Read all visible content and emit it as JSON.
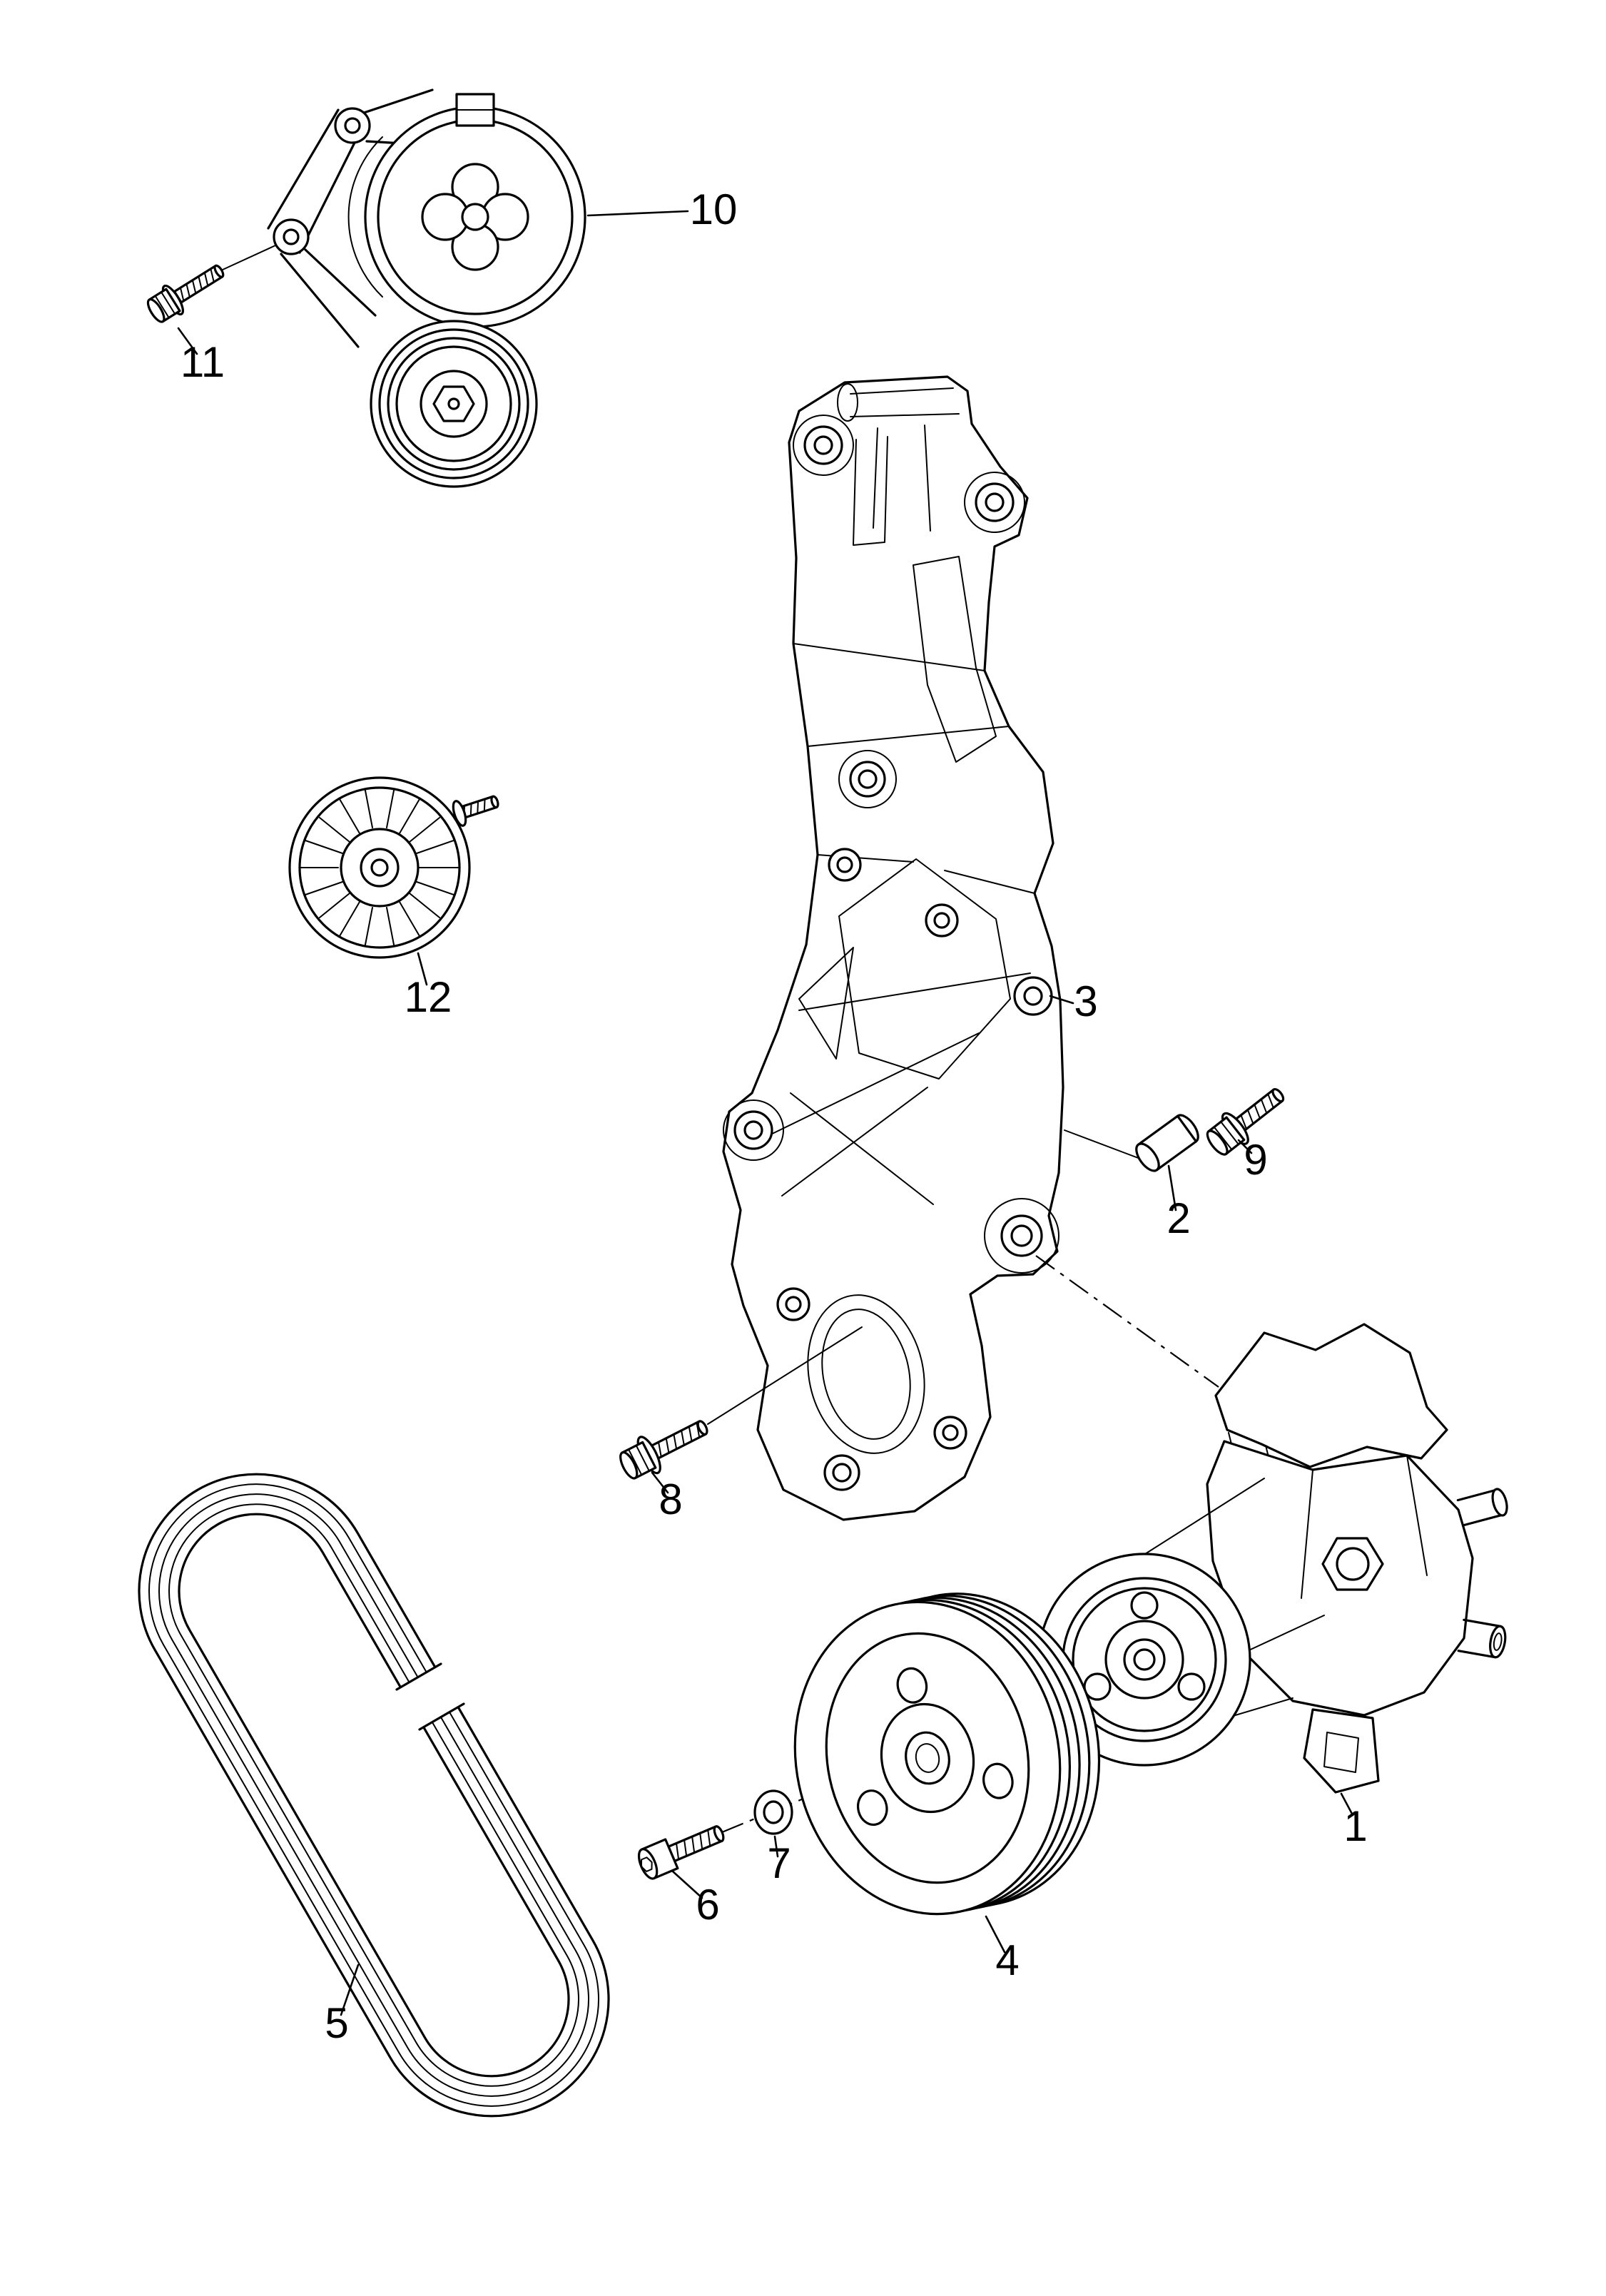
{
  "page": {
    "background_color": "#ffffff",
    "line_color": "#000000",
    "text_color": "#000000"
  },
  "diagram": {
    "type": "exploded-parts-diagram",
    "callouts": [
      {
        "label": "1"
      },
      {
        "label": "2"
      },
      {
        "label": "3"
      },
      {
        "label": "4"
      },
      {
        "label": "5"
      },
      {
        "label": "6"
      },
      {
        "label": "7"
      },
      {
        "label": "8"
      },
      {
        "label": "9"
      },
      {
        "label": "10"
      },
      {
        "label": "11"
      },
      {
        "label": "12"
      }
    ]
  }
}
